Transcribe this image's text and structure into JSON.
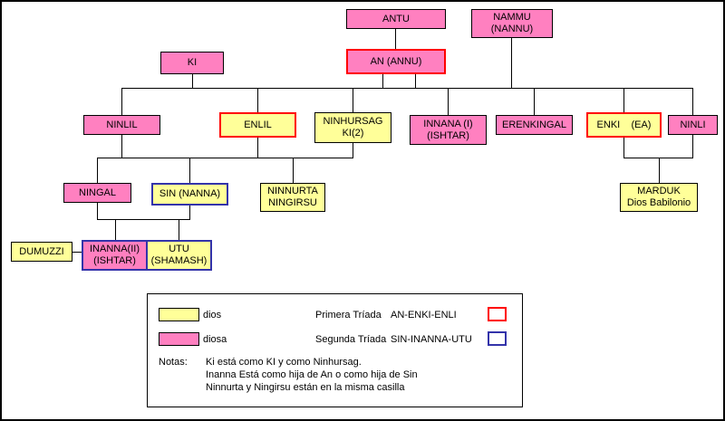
{
  "colors": {
    "dios_fill": "#ffff99",
    "diosa_fill": "#ff80c0",
    "primera_triada_border": "#ff0000",
    "segunda_triada_border": "#3333aa",
    "line": "#000000"
  },
  "nodes": {
    "antu": {
      "label": "ANTU",
      "type": "diosa"
    },
    "nammu": {
      "label": "NAMMU\n(NANNU)",
      "type": "diosa"
    },
    "ki": {
      "label": "KI",
      "type": "diosa"
    },
    "an": {
      "label": "AN (ANNU)",
      "type": "diosa",
      "triad": "primera"
    },
    "ninlil": {
      "label": "NINLIL",
      "type": "diosa"
    },
    "enlil": {
      "label": "ENLIL",
      "type": "dios",
      "triad": "primera"
    },
    "ninhursag": {
      "label": "NINHURSAG\nKI(2)",
      "type": "dios"
    },
    "innana1": {
      "label": "INNANA (I)\n(ISHTAR)",
      "type": "diosa"
    },
    "erenkingal": {
      "label": "ERENKINGAL",
      "type": "diosa"
    },
    "enki": {
      "label": "ENKI    (EA)",
      "type": "dios",
      "triad": "primera"
    },
    "ninli": {
      "label": "NINLI",
      "type": "diosa"
    },
    "ningal": {
      "label": "NINGAL",
      "type": "diosa"
    },
    "sin": {
      "label": "SIN (NANNA)",
      "type": "dios",
      "triad": "segunda"
    },
    "ninnurta": {
      "label": "NINNURTA\nNINGIRSU",
      "type": "dios"
    },
    "marduk": {
      "label": "MARDUK\nDios Babilonio",
      "type": "dios"
    },
    "dumuzzi": {
      "label": "DUMUZZI",
      "type": "dios"
    },
    "inanna2": {
      "label": "INANNA(II)\n(ISHTAR)",
      "type": "diosa",
      "triad": "segunda"
    },
    "utu": {
      "label": "UTU\n(SHAMASH)",
      "type": "dios",
      "triad": "segunda"
    }
  },
  "legend": {
    "god_label": "dios",
    "goddess_label": "diosa",
    "triad1_label": "Primera Tríada",
    "triad1_value": "AN-ENKI-ENLI",
    "triad2_label": "Segunda Tríada",
    "triad2_value": "SIN-INANNA-UTU",
    "notes_label": "Notas:",
    "notes": [
      "Ki está como KI y como Ninhursag.",
      "Inanna Está como hija de An o como hija de Sin",
      "Ninnurta y Ningirsu están en la misma casilla"
    ]
  }
}
